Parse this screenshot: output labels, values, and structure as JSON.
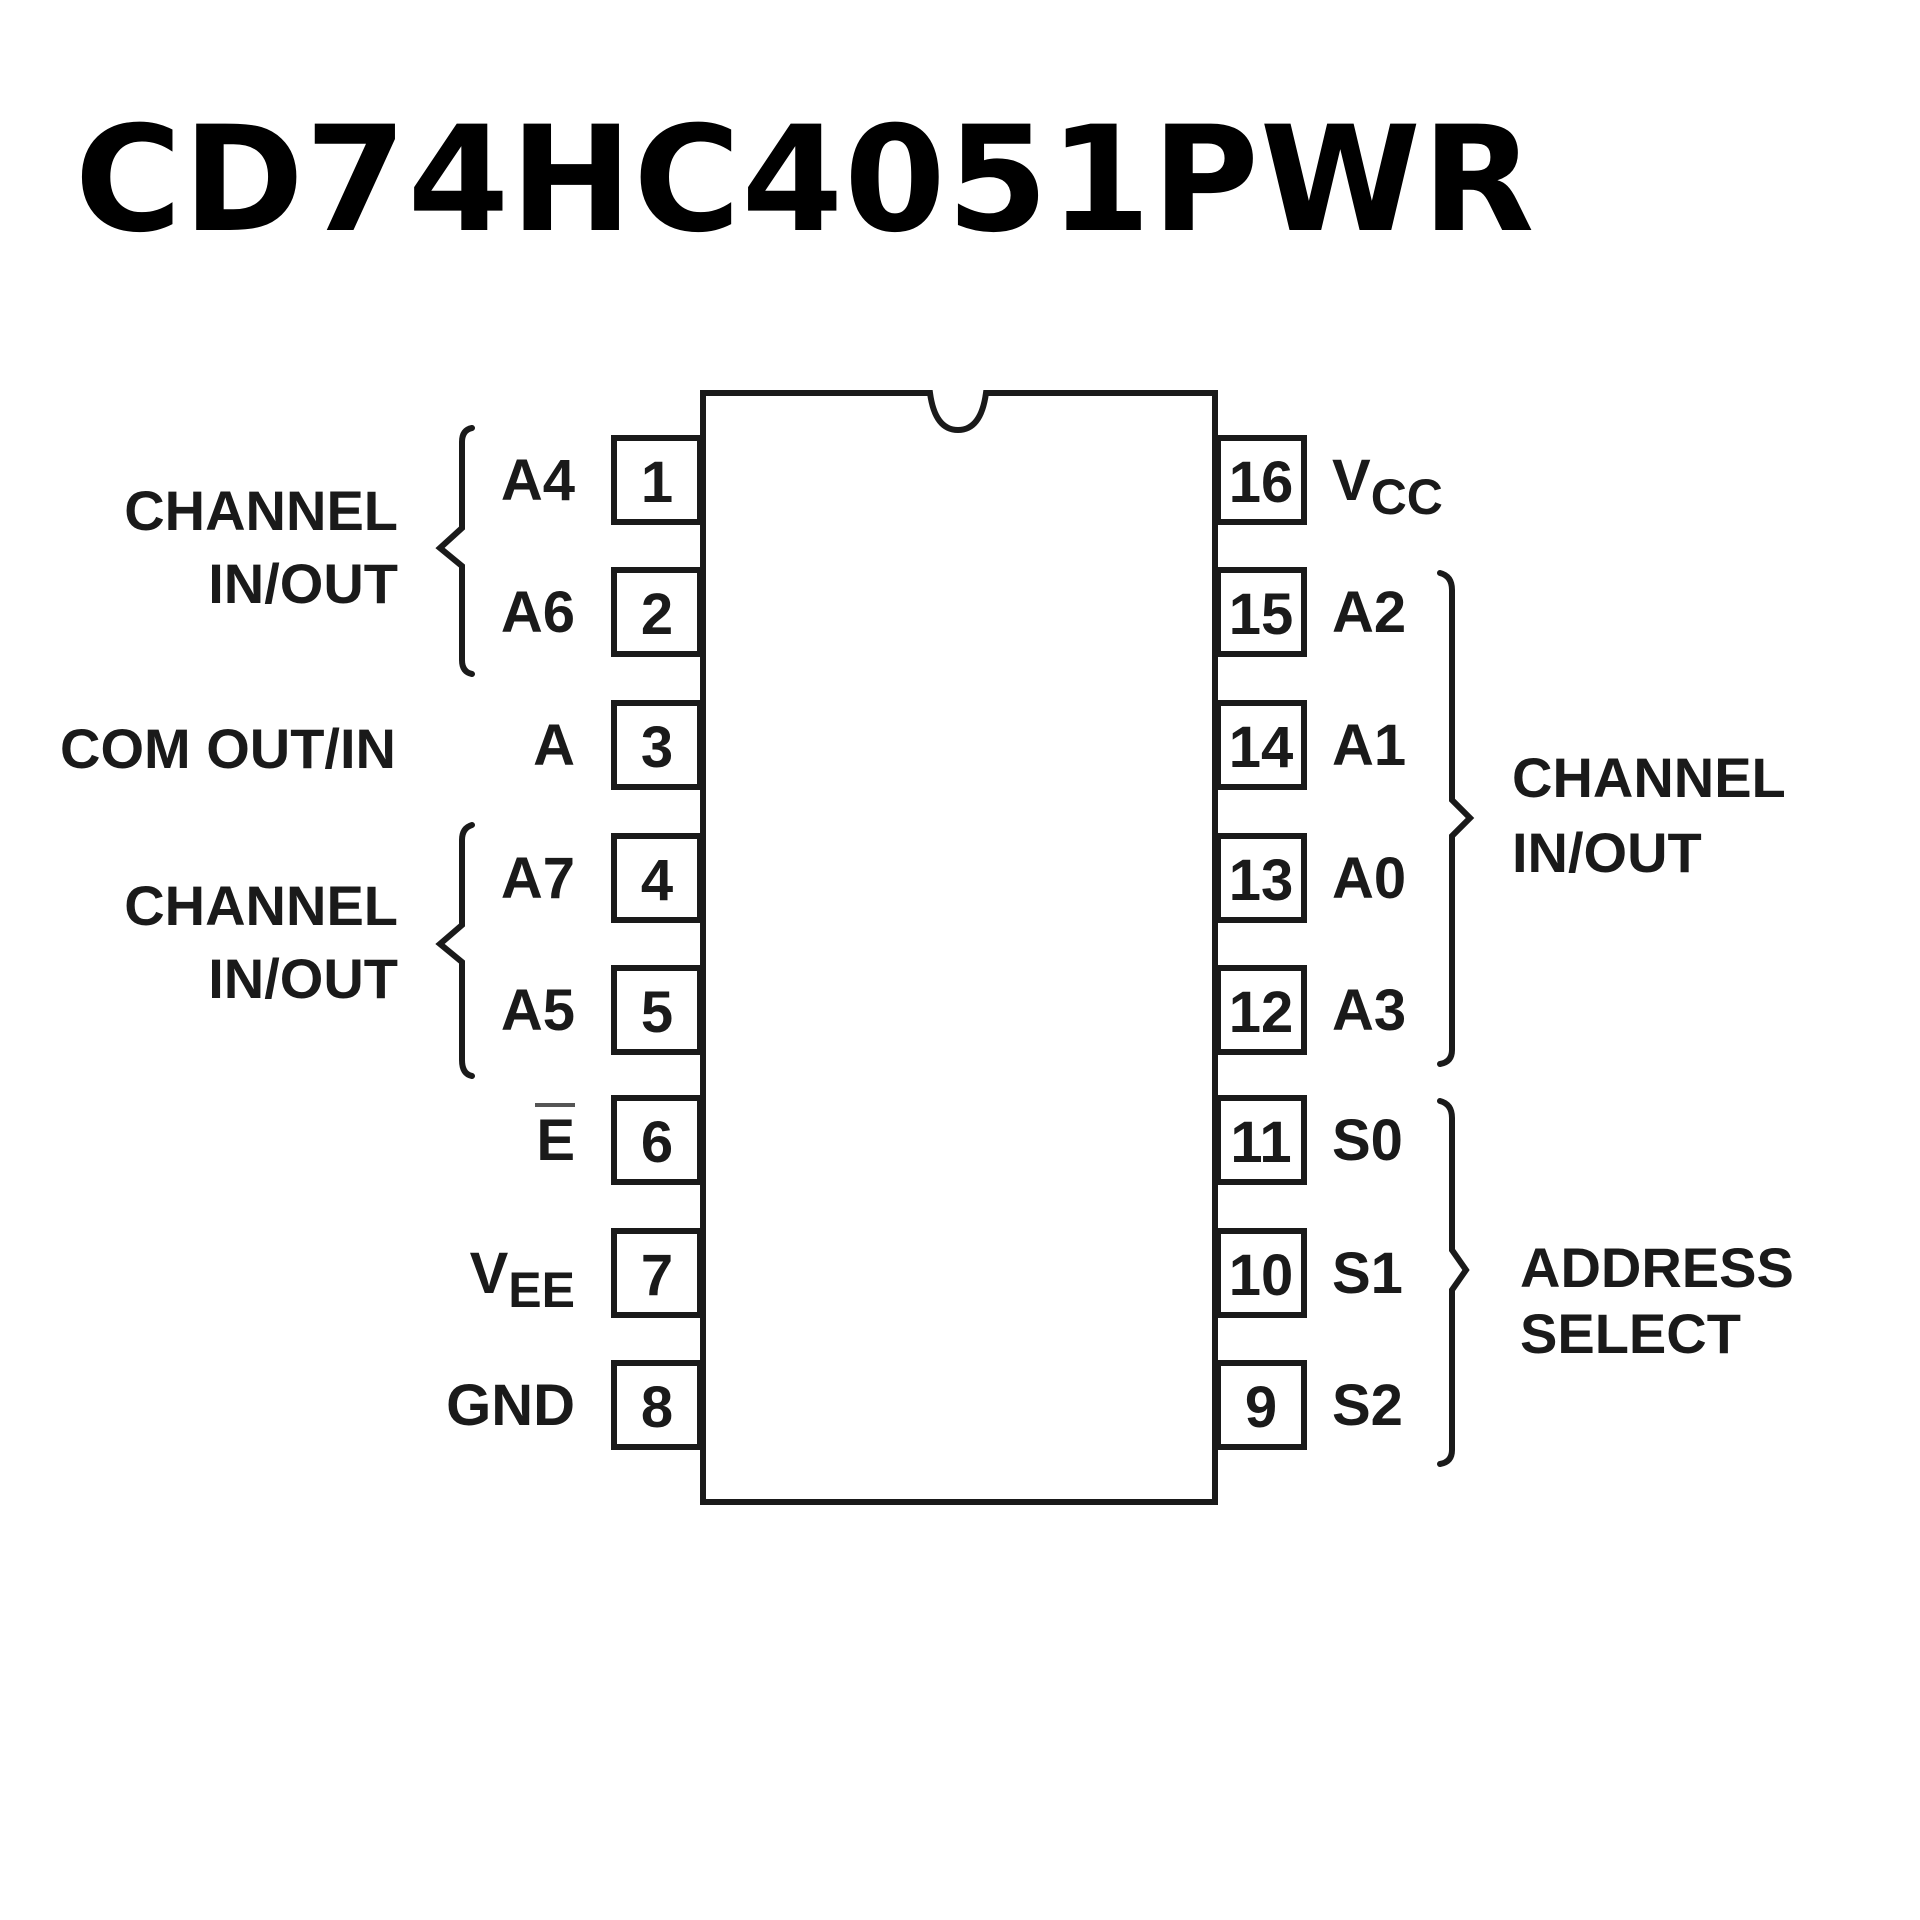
{
  "title": "CD74HC4051PWR",
  "left_pins": [
    {
      "num": "1",
      "name": "A4"
    },
    {
      "num": "2",
      "name": "A6"
    },
    {
      "num": "3",
      "name": "A"
    },
    {
      "num": "4",
      "name": "A7"
    },
    {
      "num": "5",
      "name": "A5"
    },
    {
      "num": "6",
      "name": "E",
      "overbar": true
    },
    {
      "num": "7",
      "name": "V",
      "sub": "EE"
    },
    {
      "num": "8",
      "name": "GND"
    }
  ],
  "right_pins": [
    {
      "num": "16",
      "name": "V",
      "sub": "CC"
    },
    {
      "num": "15",
      "name": "A2"
    },
    {
      "num": "14",
      "name": "A1"
    },
    {
      "num": "13",
      "name": "A0"
    },
    {
      "num": "12",
      "name": "A3"
    },
    {
      "num": "11",
      "name": "S0"
    },
    {
      "num": "10",
      "name": "S1"
    },
    {
      "num": "9",
      "name": "S2"
    }
  ],
  "groups": {
    "left_top": [
      "CHANNEL",
      "IN/OUT"
    ],
    "left_com": "COM OUT/IN",
    "left_bottom": [
      "CHANNEL",
      "IN/OUT"
    ],
    "right_channel": [
      "CHANNEL",
      "IN/OUT"
    ],
    "right_address": [
      "ADDRESS",
      "SELECT"
    ]
  }
}
